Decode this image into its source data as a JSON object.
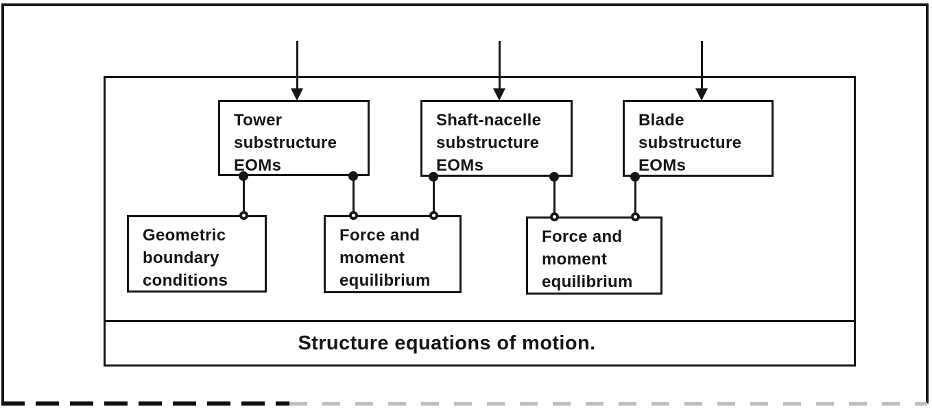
{
  "figure": {
    "type": "block-diagram",
    "caption": "Structure equations of motion.",
    "colors": {
      "ink": "#161616",
      "paper": "#ffffff"
    },
    "top_row": [
      {
        "id": "tower-substructure-eoms",
        "lines": [
          "Tower",
          "substructure",
          "EOMs"
        ]
      },
      {
        "id": "shaft-nacelle-substructure-eoms",
        "lines": [
          "Shaft-nacelle",
          "substructure",
          "EOMs"
        ]
      },
      {
        "id": "blade-substructure-eoms",
        "lines": [
          "Blade",
          "substructure",
          "EOMs"
        ]
      }
    ],
    "mid_row": [
      {
        "id": "geometric-boundary-conditions",
        "lines": [
          "Geometric",
          "boundary",
          "conditions"
        ]
      },
      {
        "id": "force-moment-equilibrium-1",
        "lines": [
          "Force and",
          "moment",
          "equilibrium"
        ]
      },
      {
        "id": "force-moment-equilibrium-2",
        "lines": [
          "Force and",
          "moment",
          "equilibrium"
        ]
      }
    ],
    "input_arrows": 3,
    "connections": [
      {
        "from": "tower-substructure-eoms",
        "to": "geometric-boundary-conditions"
      },
      {
        "from": "tower-substructure-eoms",
        "to": "force-moment-equilibrium-1"
      },
      {
        "from": "shaft-nacelle-substructure-eoms",
        "to": "force-moment-equilibrium-1"
      },
      {
        "from": "shaft-nacelle-substructure-eoms",
        "to": "force-moment-equilibrium-2"
      },
      {
        "from": "blade-substructure-eoms",
        "to": "force-moment-equilibrium-2"
      }
    ]
  }
}
